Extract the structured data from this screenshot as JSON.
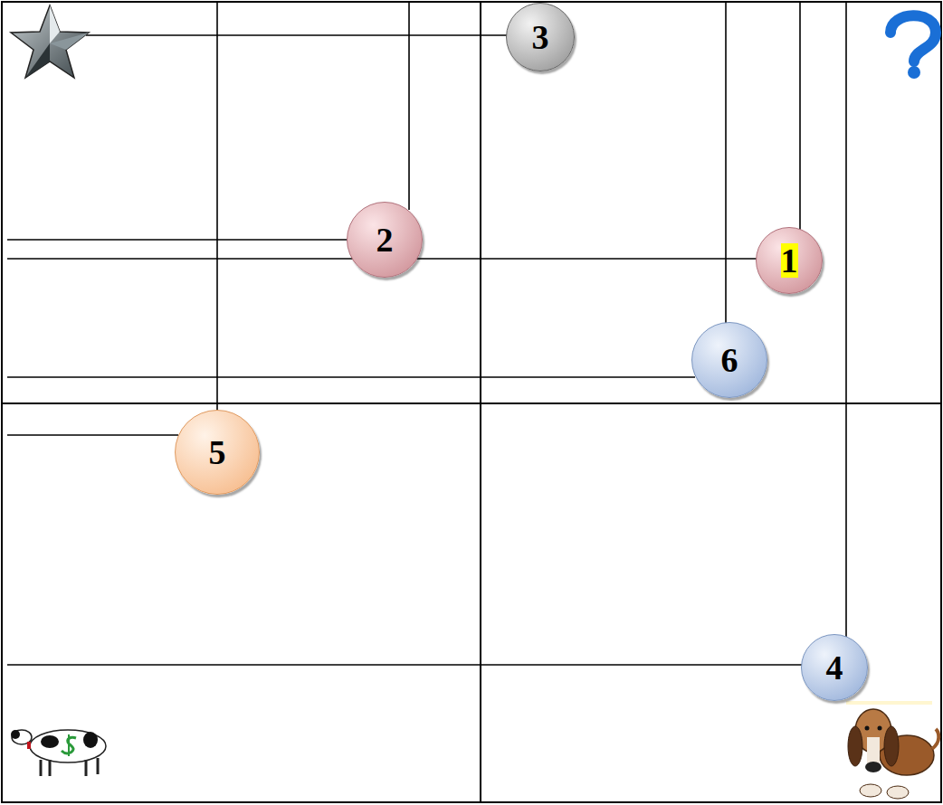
{
  "diagram": {
    "nodes": [
      {
        "text": [
          "3"
        ]
      },
      {
        "text": [
          "2"
        ]
      },
      {
        "text": [
          "1"
        ]
      },
      {
        "text": [
          "6"
        ]
      },
      {
        "text": [
          "5"
        ]
      },
      {
        "text": [
          "4"
        ]
      }
    ]
  }
}
